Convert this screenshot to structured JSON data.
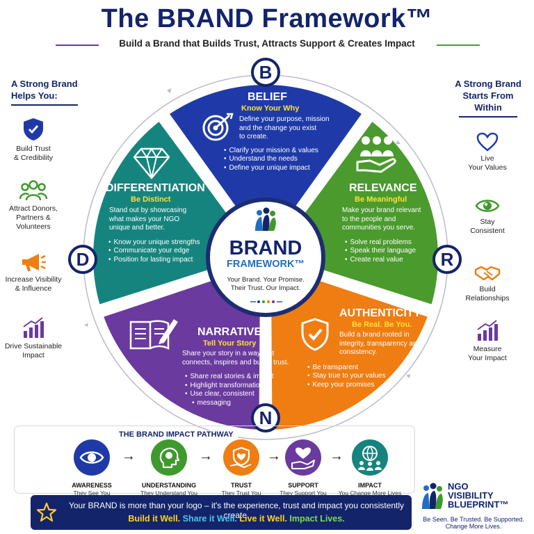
{
  "header": {
    "title": "The BRAND Framework™",
    "subtitle": "Build a Brand that Builds Trust, Attracts Support & Creates Impact"
  },
  "left_panel": {
    "heading_line1": "A Strong Brand",
    "heading_line2": "Helps You:",
    "items": [
      {
        "line1": "Build Trust",
        "line2": "& Credibility",
        "line3": "",
        "icon": "shield-icon"
      },
      {
        "line1": "Attract Donors,",
        "line2": "Partners &",
        "line3": "Volunteers",
        "icon": "people-icon"
      },
      {
        "line1": "Increase Visibility",
        "line2": "& Influence",
        "line3": "",
        "icon": "megaphone-icon"
      },
      {
        "line1": "Drive Sustainable",
        "line2": "Impact",
        "line3": "",
        "icon": "growth-chart-icon"
      }
    ]
  },
  "right_panel": {
    "heading_line1": "A Strong Brand",
    "heading_line2": "Starts From",
    "heading_line3": "Within",
    "items": [
      {
        "line1": "Live",
        "line2": "Your Values",
        "icon": "heart-icon"
      },
      {
        "line1": "Stay",
        "line2": "Consistent",
        "icon": "eye-icon"
      },
      {
        "line1": "Build",
        "line2": "Relationships",
        "icon": "handshake-icon"
      },
      {
        "line1": "Measure",
        "line2": "Your Impact",
        "icon": "growth-chart-icon"
      }
    ]
  },
  "segments": {
    "belief": {
      "letter": "B",
      "title": "BELIEF",
      "subtitle": "Know Your Why",
      "desc1": "Define your purpose, mission",
      "desc2": "and the change you exist",
      "desc3": "to create.",
      "bullets": [
        "Clarify your mission & values",
        "Understand the needs",
        "Define your unique impact"
      ],
      "color": "#1f3aa8",
      "icon": "target-icon"
    },
    "relevance": {
      "letter": "R",
      "title": "RELEVANCE",
      "subtitle": "Be Meaningful",
      "desc1": "Make your brand relevant",
      "desc2": "to the people and",
      "desc3": "communities you serve.",
      "bullets": [
        "Solve real problems",
        "Speak their language",
        "Create real value"
      ],
      "color": "#4a9a2e",
      "icon": "community-hand-icon"
    },
    "authenticity": {
      "title": "AUTHENTICITY",
      "subtitle": "Be Real. Be You.",
      "desc1": "Build a brand rooted in",
      "desc2": "integrity, transparency and",
      "desc3": "consistency.",
      "bullets": [
        "Be transparent",
        "Stay true to your values",
        "Keep your promises"
      ],
      "color": "#ef7d12",
      "icon": "shield-check-icon"
    },
    "narrative": {
      "letter": "N",
      "title": "NARRATIVE",
      "subtitle": "Tell Your Story",
      "desc1": "Share your story in a way that",
      "desc2": "connects, inspires and builds trust.",
      "bullets": [
        "Share real stories & impact",
        "Highlight transformation",
        "Use clear, consistent",
        "messaging"
      ],
      "color": "#6a3a9f",
      "icon": "book-pen-icon"
    },
    "differentiation": {
      "letter": "D",
      "title": "DIFFERENTIATION",
      "subtitle": "Be Distinct",
      "desc1": "Stand out by showcasing",
      "desc2": "what makes your NGO",
      "desc3": "unique and better.",
      "bullets": [
        "Know your unique strengths",
        "Communicate your edge",
        "Position for lasting impact"
      ],
      "color": "#16847e",
      "icon": "diamond-icon"
    }
  },
  "center": {
    "brand": "BRAND",
    "framework": "FRAMEWORK™",
    "tag1": "Your Brand. Your Promise.",
    "tag2": "Their Trust. Our Impact."
  },
  "pathway": {
    "title": "THE BRAND IMPACT PATHWAY",
    "steps": [
      {
        "name": "AWARENESS",
        "sub": "They See You",
        "color": "#1f3aa8",
        "icon": "eye-icon"
      },
      {
        "name": "UNDERSTANDING",
        "sub": "They Understand You",
        "color": "#3e9a2c",
        "icon": "head-bulb-icon"
      },
      {
        "name": "TRUST",
        "sub": "They Trust You",
        "color": "#ef7d12",
        "icon": "hand-heart-icon"
      },
      {
        "name": "SUPPORT",
        "sub": "They Support You",
        "color": "#6a3a9f",
        "icon": "heart-hand-icon"
      },
      {
        "name": "IMPACT",
        "sub": "You Change More Lives",
        "color": "#16847e",
        "icon": "globe-people-icon"
      }
    ]
  },
  "banner": {
    "line1": "Your BRAND is more than your logo – it's the experience, trust and impact you consistently create.",
    "part1": "Build it Well.",
    "part2": "Share it Well.",
    "part3": "Live it Well.",
    "part4": "Impact Lives."
  },
  "logo": {
    "line1": "NGO",
    "line2": "VISIBILITY",
    "line3": "BLUEPRINT™",
    "tag1": "Be Seen. Be Trusted. Be Supported.",
    "tag2": "Change More Lives."
  },
  "colors": {
    "navy": "#13246b",
    "blue": "#1f3aa8",
    "green": "#4a9a2e",
    "orange": "#ef7d12",
    "purple": "#6a3a9f",
    "teal": "#16847e",
    "yellow": "#ffe135"
  }
}
